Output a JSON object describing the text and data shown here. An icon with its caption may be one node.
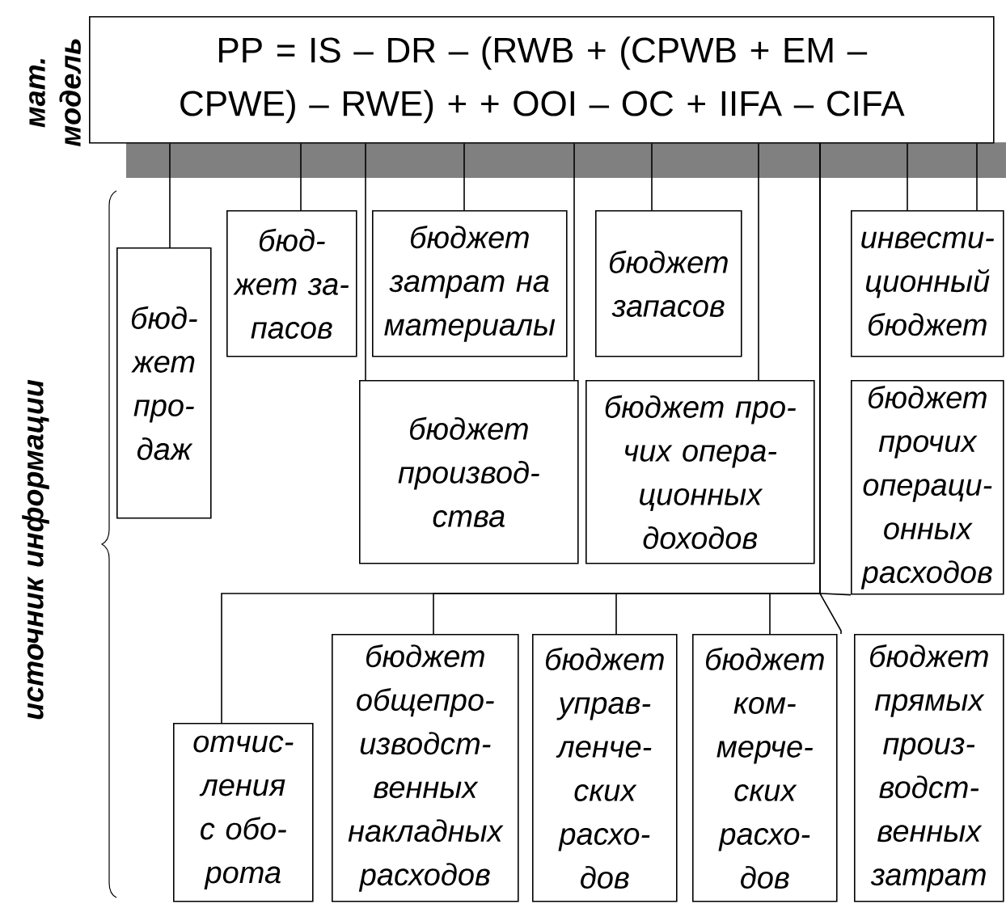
{
  "diagram": {
    "nodes": [
      {
        "text": [
          "PP = IS – DR – (RWB + (CPWB + EM – CPWE) – RWE) + + OOI – OC + IIFA – CIFA"
        ]
      },
      {
        "text": [
          "бюд- жет про- даж"
        ]
      },
      {
        "text": [
          "бюд- жет за- пасов"
        ]
      },
      {
        "text": [
          "бюджет затрат на материалы"
        ]
      },
      {
        "text": [
          "бюджет запасов"
        ]
      },
      {
        "text": [
          "инвести- ционный бюджет"
        ]
      },
      {
        "text": [
          "бюджет производ- ства"
        ]
      },
      {
        "text": [
          "бюджет про- чих опера- ционных доходов"
        ]
      },
      {
        "text": [
          "бюджет прочих операци- онных расходов"
        ]
      },
      {
        "text": [
          "отчис- ления с обо- рота"
        ]
      },
      {
        "text": [
          "бюджет общепро- изводст- венных накладных расходов"
        ]
      },
      {
        "text": [
          "бюджет управ- ленче- ских расхо- дов"
        ]
      },
      {
        "text": [
          "бюджет ком- мерче- ских расхо- дов"
        ]
      },
      {
        "text": [
          "бюджет прямых произ- водст- венных затрат"
        ]
      }
    ],
    "edges": [
      {
        "from": 0,
        "to": 1,
        "arrow": "none"
      },
      {
        "from": 0,
        "to": 9,
        "arrow": "none"
      },
      {
        "from": 0,
        "to": 2,
        "arrow": "none"
      },
      {
        "from": 0,
        "to": 6,
        "arrow": "none"
      },
      {
        "from": 0,
        "to": 3,
        "arrow": "none"
      },
      {
        "from": 0,
        "to": 6,
        "arrow": "none"
      },
      {
        "from": 0,
        "to": 4,
        "arrow": "none"
      },
      {
        "from": 0,
        "to": 7,
        "arrow": "none"
      },
      {
        "from": 0,
        "to": 8,
        "arrow": "none"
      },
      {
        "from": 0,
        "to": 10,
        "arrow": "none"
      },
      {
        "from": 0,
        "to": 11,
        "arrow": "none"
      },
      {
        "from": 0,
        "to": 12,
        "arrow": "none"
      },
      {
        "from": 0,
        "to": 13,
        "arrow": "none"
      },
      {
        "from": 0,
        "to": 5,
        "arrow": "none"
      },
      {
        "from": 0,
        "to": 5,
        "arrow": "none"
      }
    ],
    "labels": [
      "мат. модель",
      "источник информации"
    ]
  }
}
